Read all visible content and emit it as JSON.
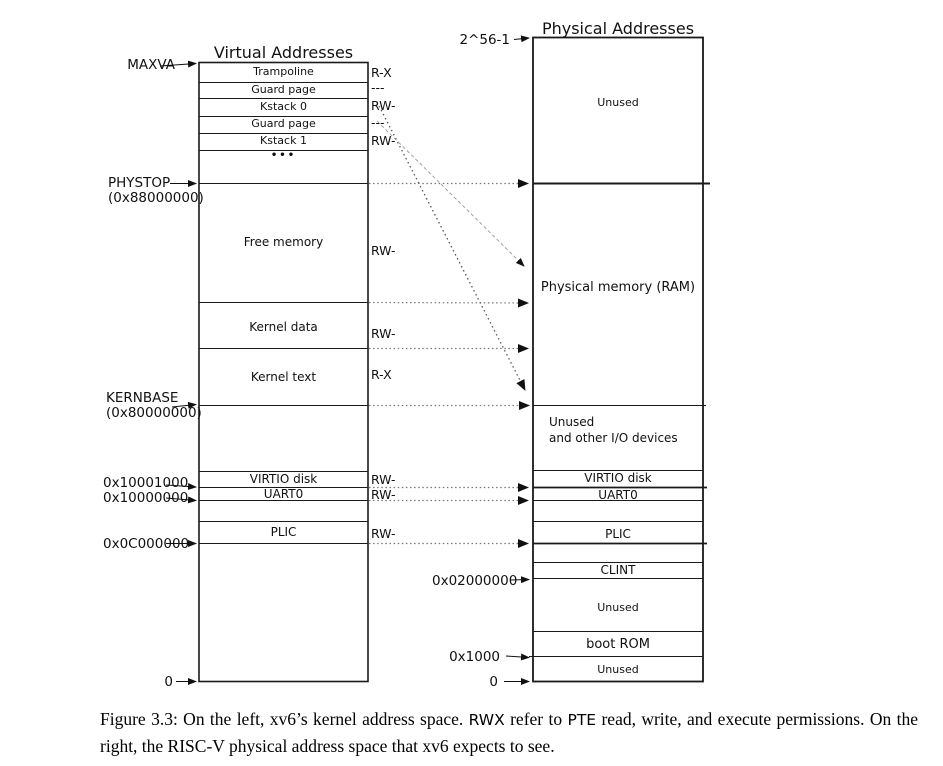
{
  "titles": {
    "virtual": "Virtual Addresses",
    "physical": "Physical Addresses"
  },
  "virtual_box": {
    "trampoline": "Trampoline",
    "guard_page_1": "Guard page",
    "kstack0": "Kstack 0",
    "guard_page_2": "Guard page",
    "kstack1": "Kstack 1",
    "ellipsis": "•••",
    "free_memory": "Free memory",
    "kernel_data": "Kernel data",
    "kernel_text": "Kernel text",
    "virtio": "VIRTIO disk",
    "uart": "UART0",
    "plic": "PLIC"
  },
  "permissions": {
    "trampoline": "R-X",
    "guard1": "---",
    "kstack0": "RW-",
    "guard2": "---",
    "kstack1": "RW-",
    "free_memory": "RW-",
    "kernel_data": "RW-",
    "kernel_text": "R-X",
    "virtio": "RW-",
    "uart": "RW-",
    "plic": "RW-"
  },
  "virtual_addresses": {
    "maxva": "MAXVA",
    "phystop": "PHYSTOP",
    "phystop_hex": "(0x88000000)",
    "kernbase": "KERNBASE",
    "kernbase_hex": "(0x80000000)",
    "virtio": "0x10001000",
    "uart": "0x10000000",
    "plic": "0x0C000000",
    "zero": "0"
  },
  "physical_box": {
    "unused_top": "Unused",
    "ram": "Physical memory (RAM)",
    "unused_io_line1": "Unused",
    "unused_io_line2": "and other I/O devices",
    "virtio": "VIRTIO disk",
    "uart": "UART0",
    "plic": "PLIC",
    "clint": "CLINT",
    "unused_mid": "Unused",
    "boot_rom": "boot ROM",
    "unused_bottom": "Unused"
  },
  "physical_addresses": {
    "top": "2^56-1",
    "clint_base": "0x02000000",
    "boot_rom_base": "0x1000",
    "zero": "0"
  },
  "caption": {
    "prefix": "Figure 3.3: On the left, xv6’s kernel address space. ",
    "rwx": "RWX",
    "mid": " refer to ",
    "pte": "PTE",
    "suffix": " read, write, and execute permissions. On the right, the RISC-V physical address space that xv6 expects to see."
  },
  "colors": {
    "line": "#1a1a1a",
    "dotted_arrow": "#777777",
    "fine_dash": "#999999",
    "background": "#ffffff"
  }
}
